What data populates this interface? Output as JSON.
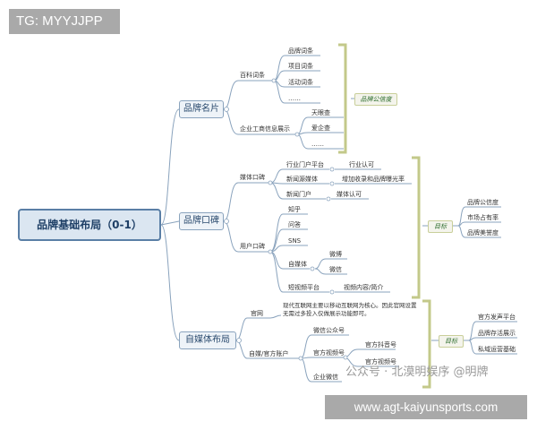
{
  "tag": "TG: MYYJJPP",
  "url": "www.agt-kaiyunsports.com",
  "watermark": "公众号 · 北漠明娱序 @明牌",
  "root": "品牌基础布局（0-1）",
  "branches": {
    "b1": "品牌名片",
    "b2": "品牌口碑",
    "b3": "自媒体布局"
  },
  "b1": {
    "baike": "百科词条",
    "baike_items": [
      "品牌词条",
      "项目词条",
      "活动词条",
      "……"
    ],
    "gongshang": "企业工商信息展示",
    "gongshang_items": [
      "天眼查",
      "爱企查",
      "……"
    ],
    "goal": "品牌公信度"
  },
  "b2": {
    "media": "媒体口碑",
    "media_items": [
      "行业门户平台",
      "新闻源媒体",
      "新闻门户"
    ],
    "media_results": [
      "行业认可",
      "增加收录和品牌曝光率",
      "媒体认可"
    ],
    "user": "用户口碑",
    "user_items": [
      "知乎",
      "问答",
      "SNS",
      "自媒体",
      "短视频平台"
    ],
    "zimeiti_items": [
      "微博",
      "微信"
    ],
    "video_result": "视频内容/简介",
    "goal": "目标",
    "goal_items": [
      "品牌公信度",
      "市场占有率",
      "品牌美誉度"
    ]
  },
  "b3": {
    "guanwang": "官网",
    "guanwang_desc": "现代互联网主要以移动互联网为核心。因此官网设置无需过多投入仅做展示功能即可。",
    "account": "自媒/官方账户",
    "account_items": [
      "微信公众号",
      "官方视频号",
      "企业微信"
    ],
    "video_items": [
      "官方抖音号",
      "官方视频号"
    ],
    "goal": "目标",
    "goal_items": [
      "官方发声平台",
      "品牌存活展示",
      "私域运营基础"
    ]
  }
}
